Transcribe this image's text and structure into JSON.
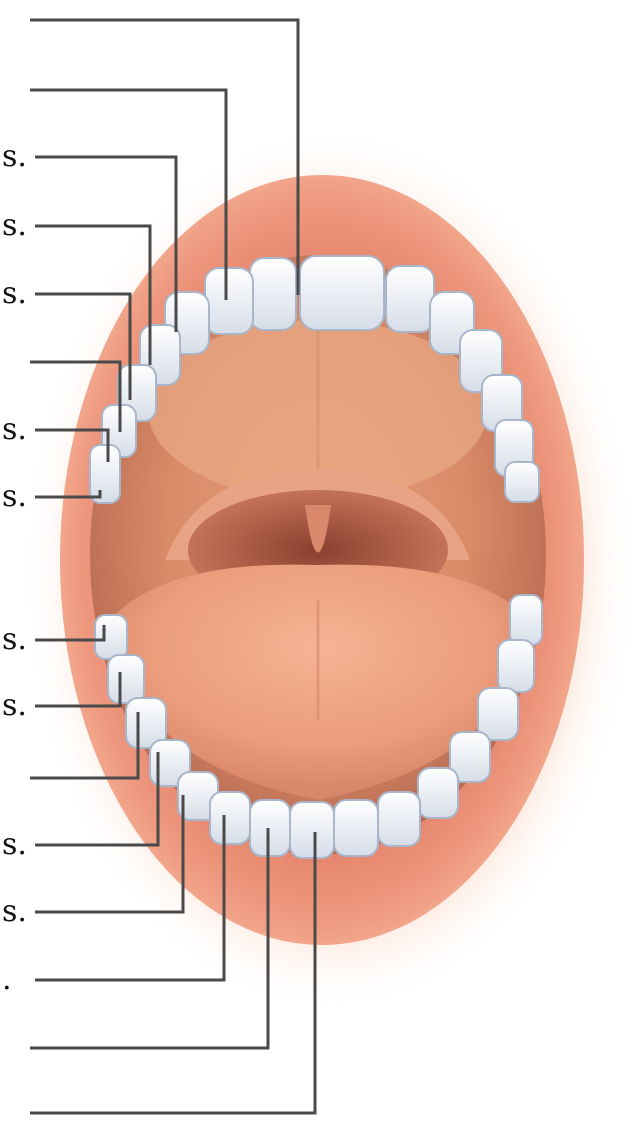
{
  "labels": {
    "l1": "",
    "l2": "",
    "l3": "s.",
    "l4": "s.",
    "l5": "s.",
    "l6": "",
    "l7": "s.",
    "l8": "s.",
    "l9": "s.",
    "l10": "s.",
    "l11": "",
    "l12": "s.",
    "l13": "s.",
    "l14": ".",
    "l15": "",
    "l16": ""
  },
  "colors": {
    "skin": "#f6b08a",
    "lip": "#e48670",
    "palate": "#e39a76",
    "throat": "#a55a44",
    "tongue": "#efa07f",
    "tooth": "#eef2f6",
    "tooth_shadow": "#a9b5c8",
    "leader": "#4a4a4a"
  },
  "icons": [
    "open-mouth-illustration"
  ]
}
